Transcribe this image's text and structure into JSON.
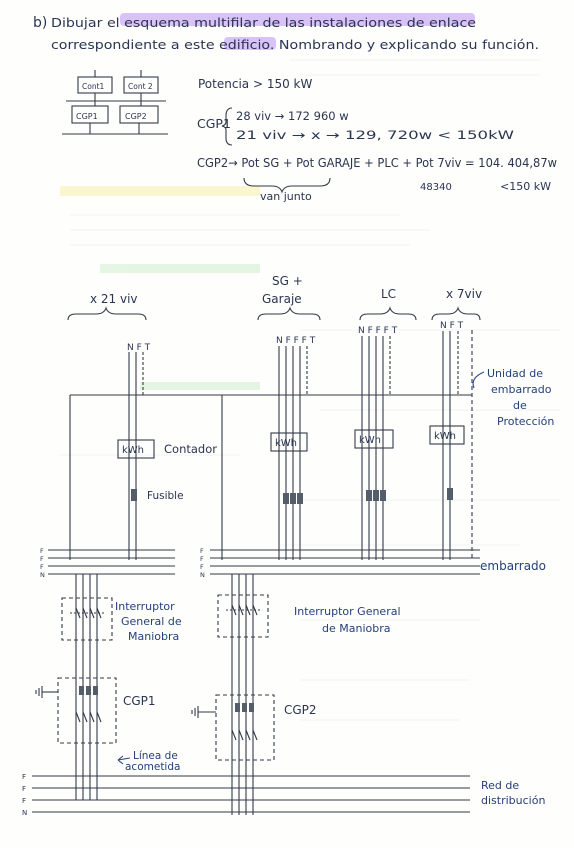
{
  "heading": {
    "prefix": "b)",
    "line1": "Dibujar el esquema multifilar de las instalaciones de enlace",
    "line2": "correspondiente a este edificio. Nombrando y explicando su función."
  },
  "block_sketch": {
    "boxes": [
      "Cont1",
      "Cont 2",
      "CGP1",
      "CGP2"
    ]
  },
  "calculations": {
    "potencia": "Potencia > 150 kW",
    "cgp1_label": "CGP1",
    "cgp1_row1": "28 viv → 172 960 w",
    "cgp1_row2": "21 viv → x → 129, 720w < 150kW",
    "cgp2_line": "CGP2→ Pot SG + Pot GARAJE + PLC + Pot 7viv = 104. 404,87w",
    "vanjunto": "van junto",
    "value_48340": "48340",
    "lt150": "<150 kW"
  },
  "groups": {
    "g1": "x 21 viv",
    "g2_top": "SG +",
    "g2_bottom": "Garaje",
    "g3": "LC",
    "g4": "x 7viv"
  },
  "terminals": {
    "g1": "N F T",
    "g2": "N F F F T",
    "g3": "N F F F T",
    "g4": "N F T"
  },
  "meters": {
    "label": "kWh"
  },
  "labels": {
    "contador": "Contador",
    "fusible": "Fusible",
    "embarrado": "embarrado",
    "unidad_1": "Unidad de",
    "unidad_2": "embarrado",
    "unidad_3": "de",
    "unidad_4": "Protección",
    "igm1_1": "Interruptor",
    "igm1_2": "General de",
    "igm1_3": "Maniobra",
    "igm2_1": "Interruptor General",
    "igm2_2": "de Maniobra",
    "cgp1": "CGP1",
    "cgp2": "CGP2",
    "linea_1": "Línea de",
    "linea_2": "acometida",
    "red_1": "Red de",
    "red_2": "distribución"
  },
  "bus_letters": {
    "top": [
      "F",
      "F",
      "F",
      "N"
    ],
    "bottom": [
      "F",
      "F",
      "F",
      "N"
    ]
  },
  "colors": {
    "ink": "#333a48",
    "blue_ink": "#26407a",
    "highlight_purple": "#c9a8f2",
    "highlight_yellow": "#f7f0a8",
    "highlight_green": "#cfeecf"
  }
}
